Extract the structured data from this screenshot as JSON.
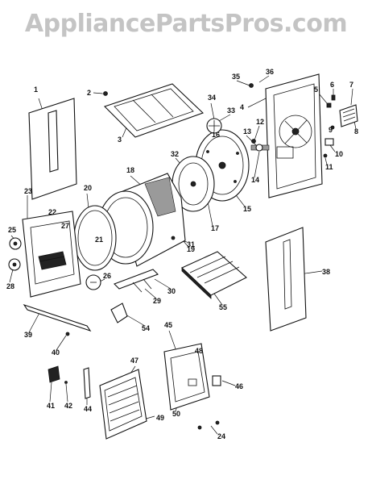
{
  "watermark": "AppliancePartsPros.com",
  "callouts": [
    "1",
    "2",
    "3",
    "4",
    "5",
    "6",
    "7",
    "8",
    "9",
    "10",
    "11",
    "12",
    "13",
    "14",
    "15",
    "16",
    "17",
    "18",
    "19",
    "20",
    "21",
    "22",
    "23",
    "24",
    "25",
    "26",
    "27",
    "28",
    "29",
    "30",
    "31",
    "32",
    "33",
    "34",
    "35",
    "36",
    "38",
    "39",
    "40",
    "41",
    "42",
    "44",
    "45",
    "46",
    "47",
    "48",
    "49",
    "50",
    "54",
    "55"
  ]
}
